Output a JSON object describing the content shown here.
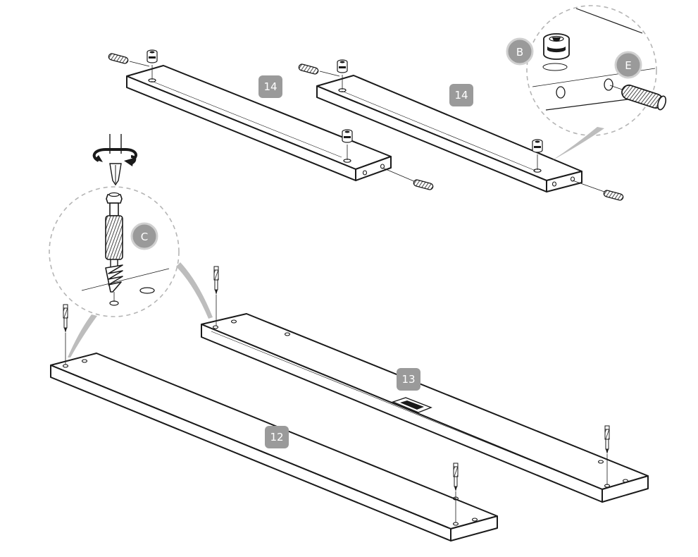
{
  "diagram": {
    "panels": [
      {
        "id": "panel-14-left",
        "label": "14"
      },
      {
        "id": "panel-14-right",
        "label": "14"
      },
      {
        "id": "panel-13",
        "label": "13"
      },
      {
        "id": "panel-12",
        "label": "12"
      }
    ],
    "callouts": {
      "cam_lock": "B",
      "dowel": "E",
      "cam_bolt": "C"
    },
    "colors": {
      "line": "#1a1a1a",
      "badge": "#9a9a9a",
      "callout_outline": "#b5b5b5"
    }
  }
}
